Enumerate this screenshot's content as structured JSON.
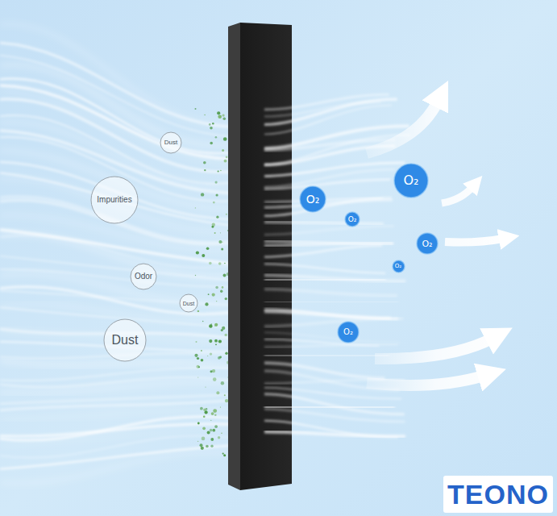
{
  "diagram": {
    "nodes": [
      {
        "text": [
          "Dust"
        ]
      },
      {
        "text": [
          "O₂"
        ]
      },
      {
        "text": [
          "O₂"
        ]
      },
      {
        "text": [
          "Impurities"
        ]
      },
      {
        "text": [
          "O₂"
        ]
      },
      {
        "text": [
          "O₂"
        ]
      },
      {
        "text": [
          "O₂"
        ]
      },
      {
        "text": [
          "Odor"
        ]
      },
      {
        "text": [
          "Dust"
        ]
      },
      {
        "text": [
          "O₂"
        ]
      },
      {
        "text": [
          "Dust"
        ]
      }
    ],
    "labels": [
      "TEONO"
    ]
  }
}
